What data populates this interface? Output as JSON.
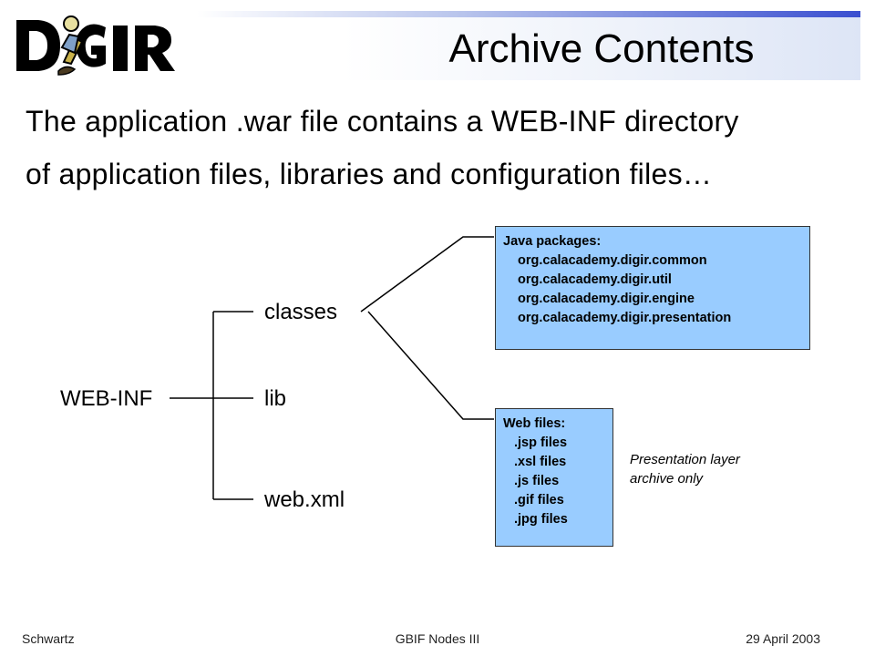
{
  "slide": {
    "title": "Archive Contents",
    "logo_text": "DiGIR",
    "intro_lines": [
      "The application .war file contains a WEB-INF directory",
      "of application files, libraries and configuration files…"
    ]
  },
  "tree": {
    "root": "WEB-INF",
    "children": [
      "classes",
      "lib",
      "web.xml"
    ]
  },
  "java_box": {
    "heading": "Java packages:",
    "items": [
      "org.calacademy.digir.common",
      "org.calacademy.digir.util",
      "org.calacademy.digir.engine",
      "org.calacademy.digir.presentation"
    ]
  },
  "web_box": {
    "heading": "Web files:",
    "items": [
      ".jsp files",
      ".xsl files",
      ".js files",
      ".gif files",
      ".jpg files"
    ]
  },
  "note": {
    "line1": "Presentation layer",
    "line2": "archive only"
  },
  "footer": {
    "left": "Schwartz",
    "center": "GBIF Nodes III",
    "right": "29 April 2003"
  },
  "colors": {
    "box_fill": "#99ccff",
    "title_accent": "#3a4fd0"
  }
}
